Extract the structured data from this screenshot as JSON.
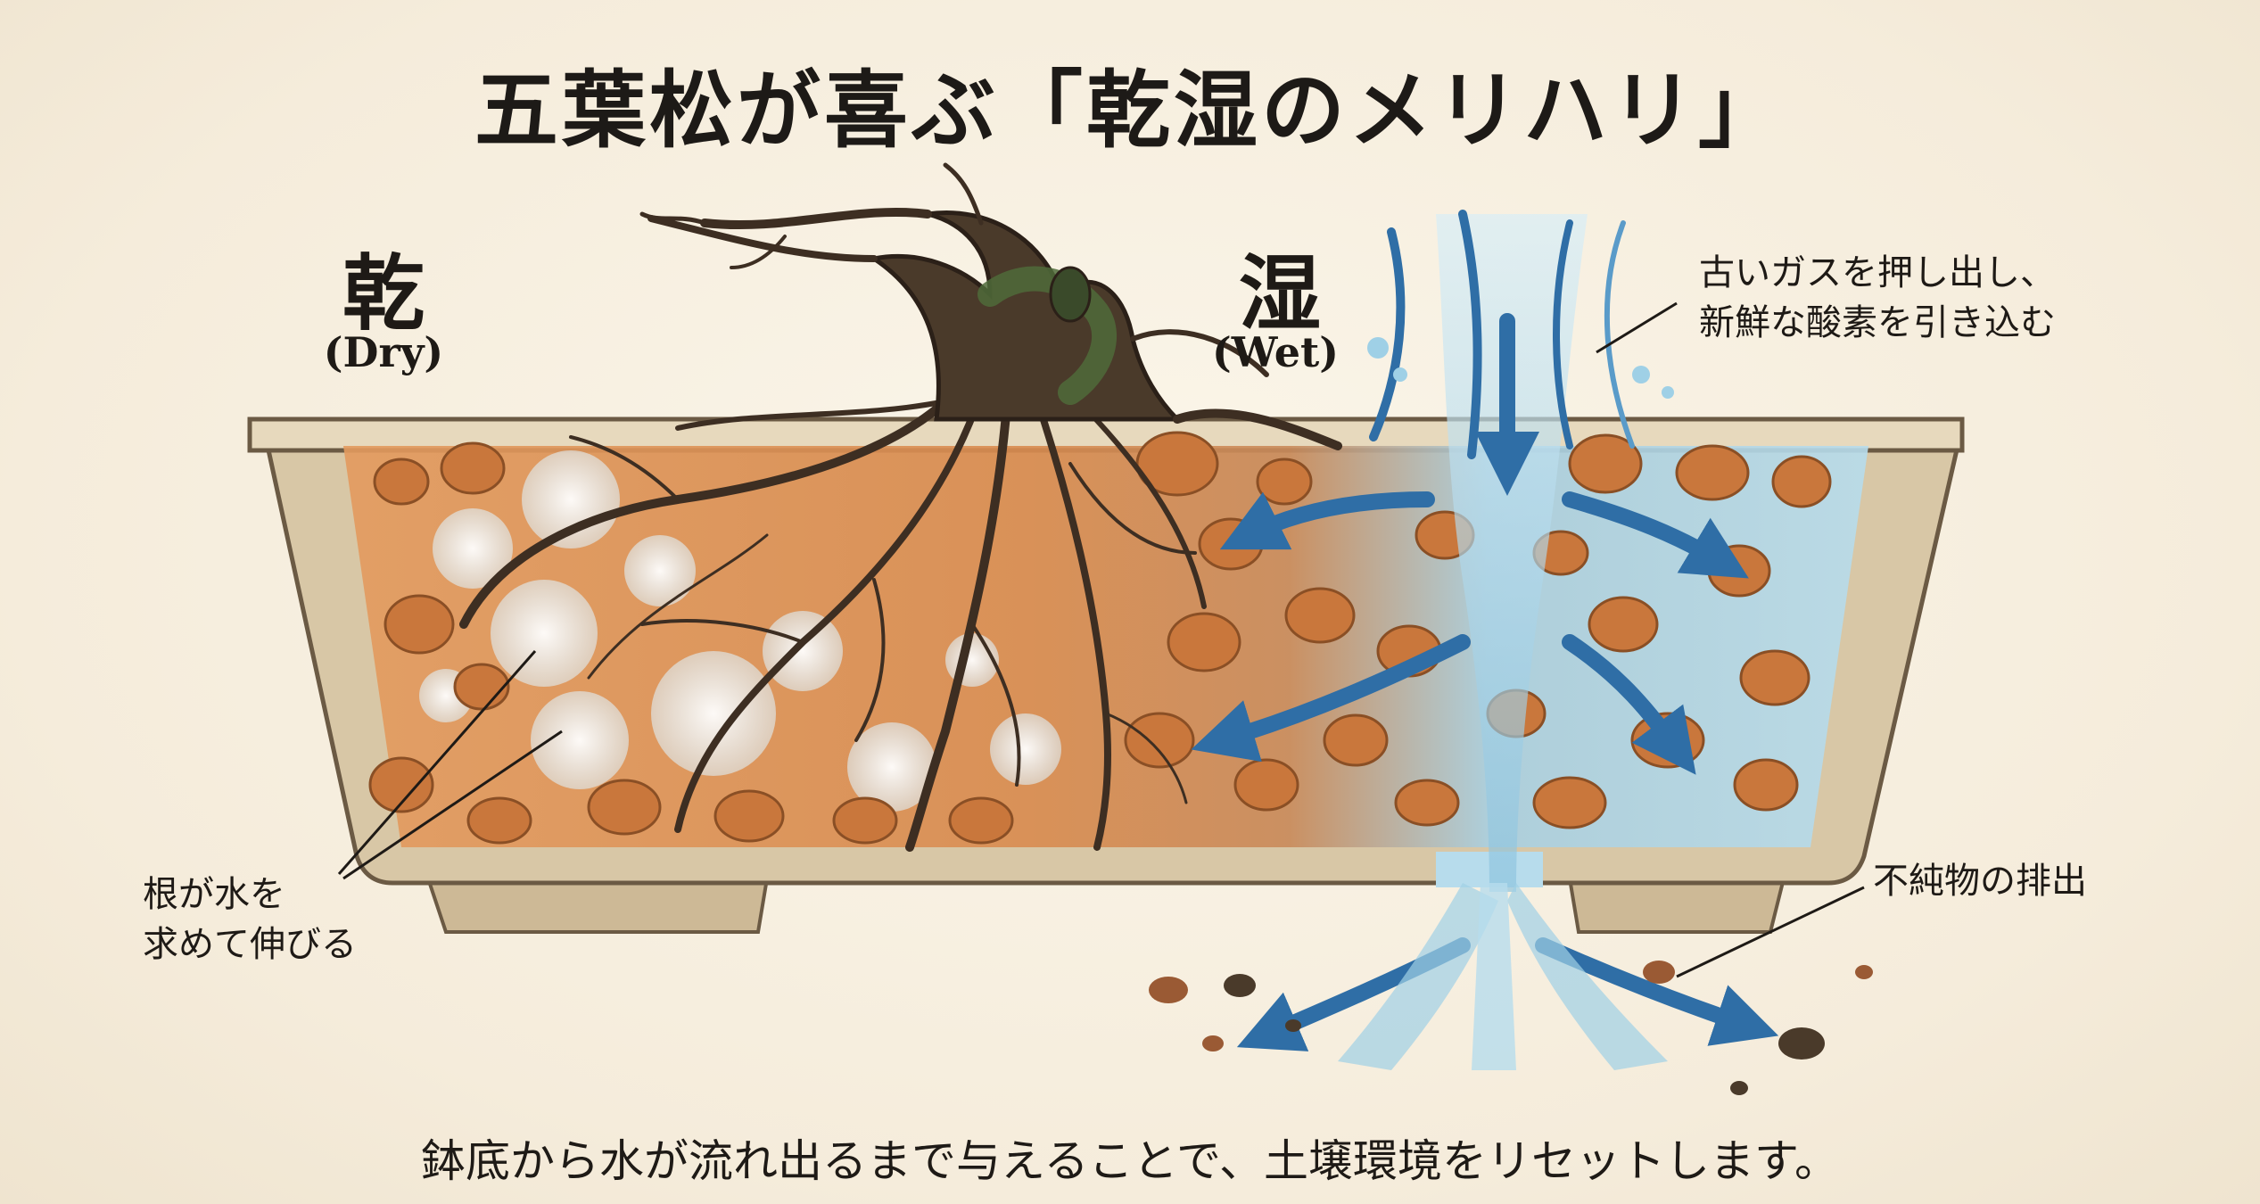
{
  "title": "五葉松が喜ぶ「乾湿のメリハリ」",
  "dry": {
    "kanji": "乾",
    "english": "(Dry)"
  },
  "wet": {
    "kanji": "湿",
    "english": "(Wet)"
  },
  "annotations": {
    "gas_line1": "古いガスを押し出し、",
    "gas_line2": "新鮮な酸素を引き込む",
    "roots_line1": "根が水を",
    "roots_line2": "求めて伸びる",
    "impurities": "不純物の排出"
  },
  "footer": "鉢底から水が流れ出るまで与えることで、土壌環境をリセットします。",
  "colors": {
    "background": "#f6efe1",
    "pot": "#d8c7a6",
    "soil": "#d98b4f",
    "water": "#9fd0e6",
    "arrow": "#2f6ea6",
    "trunk": "#4a3a2a",
    "moss": "#4f6b3a"
  }
}
